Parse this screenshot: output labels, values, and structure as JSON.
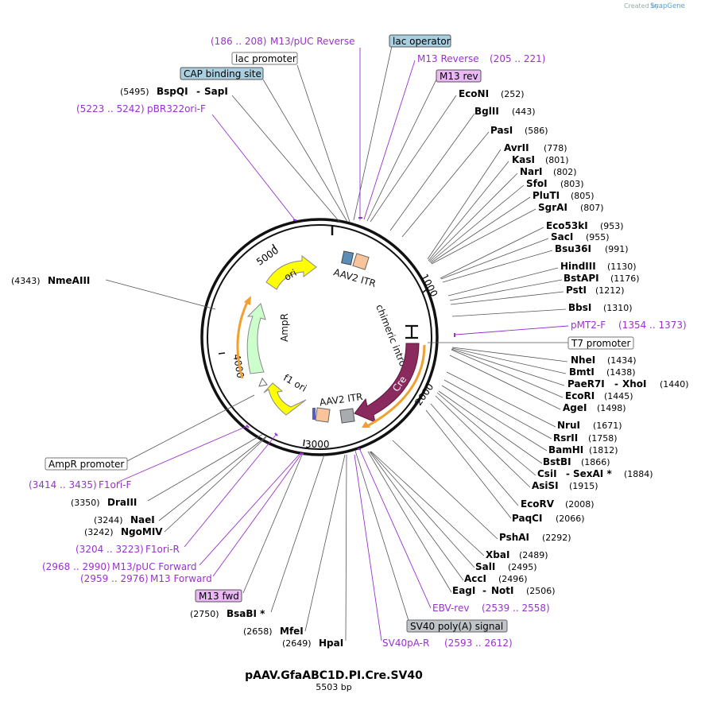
{
  "credit": "Created by",
  "brand": "SnapGene",
  "title": "pAAV.GfaABC1D.PI.Cre.SV40",
  "subtitle": "5503 bp",
  "ticks": [
    "1000",
    "2000",
    "3000",
    "4000",
    "5000"
  ],
  "inner_features": [
    "AAV2 ITR",
    "chimeric intron",
    "Cre",
    "AAV2 ITR",
    "f1 ori",
    "AmpR",
    "ori"
  ],
  "right_labels": [
    {
      "type": "feature",
      "text": "lac operator",
      "color": "#a9cfe0"
    },
    {
      "type": "primer",
      "text": "M13 Reverse",
      "pos": "(205 .. 221)"
    },
    {
      "type": "feature",
      "text": "M13 rev",
      "color": "#e9b8f5"
    },
    {
      "type": "enzyme",
      "text": "EcoNI",
      "pos": "(252)"
    },
    {
      "type": "enzyme",
      "text": "BglII",
      "pos": "(443)"
    },
    {
      "type": "enzyme",
      "text": "PasI",
      "pos": "(586)"
    },
    {
      "type": "enzyme",
      "text": "AvrII",
      "pos": "(778)"
    },
    {
      "type": "enzyme",
      "text": "KasI",
      "pos": "(801)"
    },
    {
      "type": "enzyme",
      "text": "NarI",
      "pos": "(802)"
    },
    {
      "type": "enzyme",
      "text": "SfoI",
      "pos": "(803)"
    },
    {
      "type": "enzyme",
      "text": "PluTI",
      "pos": "(805)"
    },
    {
      "type": "enzyme",
      "text": "SgrAI",
      "pos": "(807)"
    },
    {
      "type": "enzyme",
      "text": "Eco53kI",
      "pos": "(953)"
    },
    {
      "type": "enzyme",
      "text": "SacI",
      "pos": "(955)"
    },
    {
      "type": "enzyme",
      "text": "Bsu36I",
      "pos": "(991)"
    },
    {
      "type": "enzyme",
      "text": "HindIII",
      "pos": "(1130)"
    },
    {
      "type": "enzyme",
      "text": "BstAPI",
      "pos": "(1176)"
    },
    {
      "type": "enzyme",
      "text": "PstI",
      "pos": "(1212)"
    },
    {
      "type": "enzyme",
      "text": "BbsI",
      "pos": "(1310)"
    },
    {
      "type": "primer",
      "text": "pMT2-F",
      "pos": "(1354 .. 1373)"
    },
    {
      "type": "feature",
      "text": "T7 promoter",
      "color": "#ffffff"
    },
    {
      "type": "enzyme",
      "text": "NheI",
      "pos": "(1434)"
    },
    {
      "type": "enzyme",
      "text": "BmtI",
      "pos": "(1438)"
    },
    {
      "type": "enzyme2",
      "text": "PaeR7I",
      "text2": "XhoI",
      "pos": "(1440)"
    },
    {
      "type": "enzyme",
      "text": "EcoRI",
      "pos": "(1445)"
    },
    {
      "type": "enzyme",
      "text": "AgeI",
      "pos": "(1498)"
    },
    {
      "type": "enzyme",
      "text": "NruI",
      "pos": "(1671)"
    },
    {
      "type": "enzyme",
      "text": "RsrII",
      "pos": "(1758)"
    },
    {
      "type": "enzyme",
      "text": "BamHI",
      "pos": "(1812)"
    },
    {
      "type": "enzyme",
      "text": "BstBI",
      "pos": "(1866)"
    },
    {
      "type": "enzyme2",
      "text": "CsiI",
      "text2": "SexAI *",
      "pos": "(1884)"
    },
    {
      "type": "enzyme",
      "text": "AsiSI",
      "pos": "(1915)"
    },
    {
      "type": "enzyme",
      "text": "EcoRV",
      "pos": "(2008)"
    },
    {
      "type": "enzyme",
      "text": "PaqCI",
      "pos": "(2066)"
    },
    {
      "type": "enzyme",
      "text": "PshAI",
      "pos": "(2292)"
    },
    {
      "type": "enzyme",
      "text": "XbaI",
      "pos": "(2489)"
    },
    {
      "type": "enzyme",
      "text": "SalI",
      "pos": "(2495)"
    },
    {
      "type": "enzyme",
      "text": "AccI",
      "pos": "(2496)"
    },
    {
      "type": "enzyme2",
      "text": "EagI",
      "text2": "NotI",
      "pos": "(2506)"
    },
    {
      "type": "primer",
      "text": "EBV-rev",
      "pos": "(2539 .. 2558)"
    },
    {
      "type": "feature",
      "text": "SV40 poly(A) signal",
      "color": "#c0c4c8"
    },
    {
      "type": "primer",
      "text": "SV40pA-R",
      "pos": "(2593 .. 2612)"
    }
  ],
  "left_labels": [
    {
      "type": "primer",
      "text": "M13/pUC Reverse",
      "pos": "(186 .. 208)"
    },
    {
      "type": "feature",
      "text": "lac promoter",
      "color": "#ffffff"
    },
    {
      "type": "feature",
      "text": "CAP binding site",
      "color": "#a9cfe0"
    },
    {
      "type": "enzyme2",
      "text": "BspQI",
      "text2": "SapI",
      "pos": "(5495)"
    },
    {
      "type": "primer",
      "text": "pBR322ori-F",
      "pos": "(5223 .. 5242)"
    },
    {
      "type": "enzyme",
      "text": "NmeAIII",
      "pos": "(4343)"
    },
    {
      "type": "feature",
      "text": "AmpR promoter",
      "color": "#ffffff"
    },
    {
      "type": "primer",
      "text": "F1ori-F",
      "pos": "(3414 .. 3435)"
    },
    {
      "type": "enzyme",
      "text": "DraIII",
      "pos": "(3350)"
    },
    {
      "type": "enzyme",
      "text": "NaeI",
      "pos": "(3244)"
    },
    {
      "type": "enzyme",
      "text": "NgoMIV",
      "pos": "(3242)"
    },
    {
      "type": "primer",
      "text": "F1ori-R",
      "pos": "(3204 .. 3223)"
    },
    {
      "type": "primer",
      "text": "M13/pUC Forward",
      "pos": "(2968 .. 2990)"
    },
    {
      "type": "primer",
      "text": "M13 Forward",
      "pos": "(2959 .. 2976)"
    },
    {
      "type": "feature",
      "text": "M13 fwd",
      "color": "#e9b8f5"
    },
    {
      "type": "enzyme",
      "text": "BsaBI *",
      "pos": "(2750)"
    },
    {
      "type": "enzyme",
      "text": "MfeI",
      "pos": "(2658)"
    },
    {
      "type": "enzyme",
      "text": "HpaI",
      "pos": "(2649)"
    }
  ],
  "colors": {
    "primer": "#9932CC",
    "cre": "#8B2A5E",
    "yellow": "#FFFF00",
    "ampr": "#CCFFCC",
    "itr": "#F9C49A",
    "orange": "#F0A030"
  }
}
